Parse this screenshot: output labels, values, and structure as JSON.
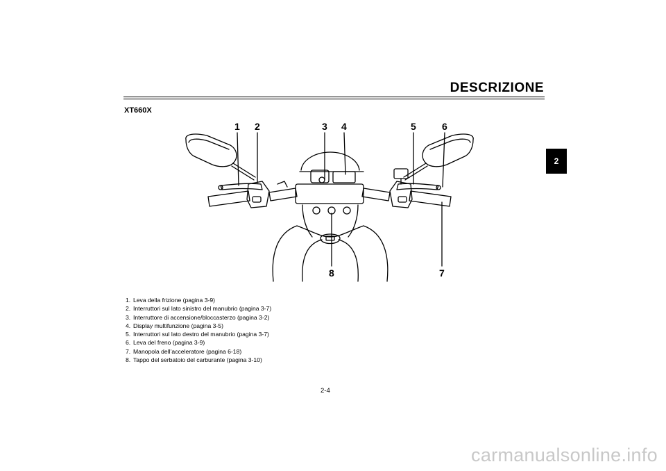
{
  "header": {
    "title": "DESCRIZIONE",
    "chapter_tab": "2"
  },
  "model": "XT660X",
  "callouts": {
    "c1": "1",
    "c2": "2",
    "c3": "3",
    "c4": "4",
    "c5": "5",
    "c6": "6",
    "c7": "7",
    "c8": "8"
  },
  "legend": [
    {
      "num": "1.",
      "text": "Leva della frizione (pagina 3-9)"
    },
    {
      "num": "2.",
      "text": "Interruttori sul lato sinistro del manubrio (pagina 3-7)"
    },
    {
      "num": "3.",
      "text": "Interruttore di accensione/bloccasterzo (pagina 3-2)"
    },
    {
      "num": "4.",
      "text": "Display multifunzione (pagina 3-5)"
    },
    {
      "num": "5.",
      "text": "Interruttori sul lato destro del manubrio (pagina 3-7)"
    },
    {
      "num": "6.",
      "text": "Leva del freno (pagina 3-9)"
    },
    {
      "num": "7.",
      "text": "Manopola dell’acceleratore (pagina 6-18)"
    },
    {
      "num": "8.",
      "text": "Tappo del serbatoio del carburante (pagina 3-10)"
    }
  ],
  "page_number": "2-4",
  "watermark": "carmanualsonline.info"
}
